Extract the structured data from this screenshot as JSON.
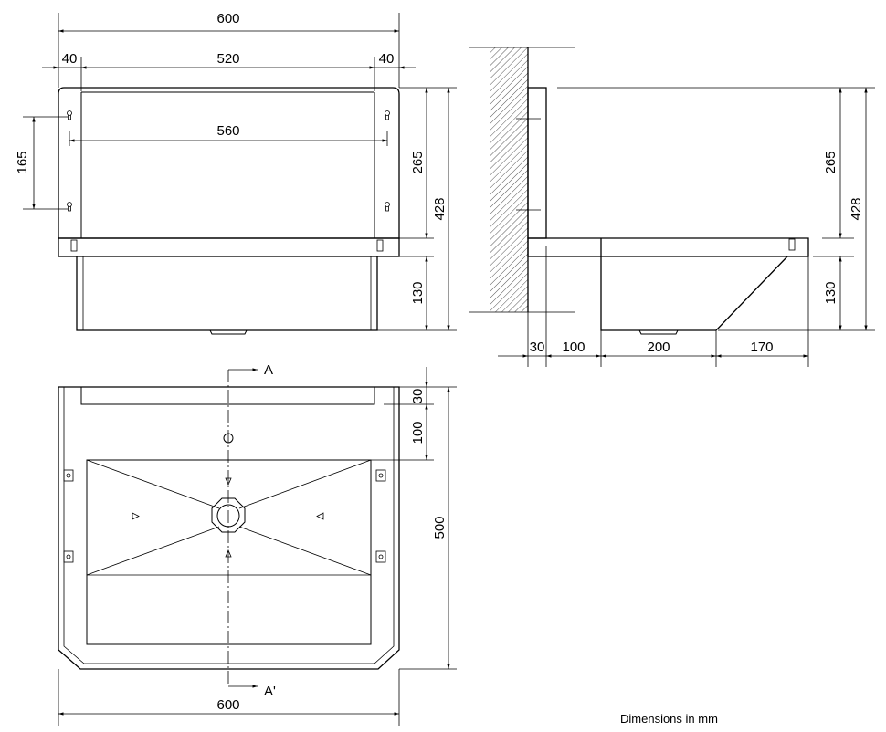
{
  "front_view": {
    "width_total": "600",
    "margin_left": "40",
    "inner_width": "520",
    "margin_right": "40",
    "mount_spacing": "560",
    "hole_spacing": "165",
    "back_height": "265",
    "total_height": "428",
    "bowl_depth": "130"
  },
  "side_view": {
    "back_height": "265",
    "total_height": "428",
    "bowl_depth": "130",
    "dim_30": "30",
    "dim_100": "100",
    "dim_200": "200",
    "dim_170": "170"
  },
  "top_view": {
    "section_start": "A",
    "section_end": "A'",
    "dim_30": "30",
    "dim_100": "100",
    "depth": "500",
    "width": "600"
  },
  "note": "Dimensions in mm"
}
